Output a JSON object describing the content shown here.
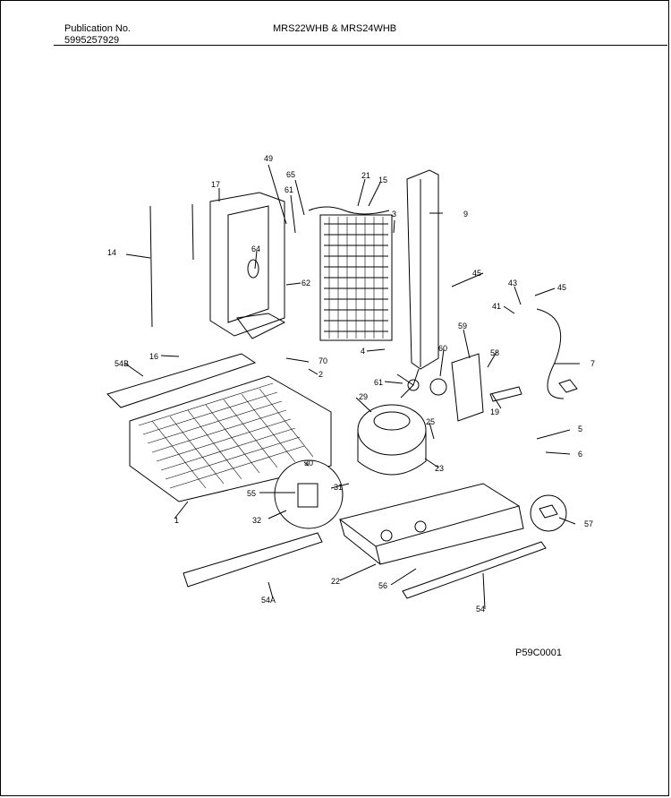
{
  "header": {
    "publication_label": "Publication No.",
    "publication_number": "5995257929",
    "models": "MRS22WHB & MRS24WHB"
  },
  "diagram_code": "P59C0001",
  "callouts": [
    "49",
    "65",
    "21",
    "15",
    "9",
    "17",
    "61",
    "3",
    "14",
    "64",
    "62",
    "45",
    "43",
    "45",
    "41",
    "7",
    "59",
    "60",
    "4",
    "58",
    "16",
    "70",
    "54B",
    "2",
    "61",
    "19",
    "29",
    "25",
    "30",
    "23",
    "5",
    "55",
    "31",
    "6",
    "1",
    "32",
    "57",
    "22",
    "56",
    "54A",
    "54"
  ]
}
